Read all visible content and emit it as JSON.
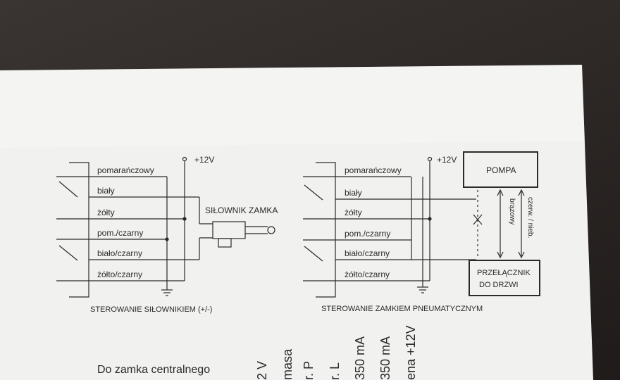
{
  "left_diagram": {
    "supply": "+12V",
    "wires": [
      "pomarańczowy",
      "biały",
      "żółty",
      "pom./czarny",
      "biało/czarny",
      "żółto/czarny"
    ],
    "actuator_label": "SIŁOWNIK ZAMKA",
    "caption": "STEROWANIE SIŁOWNIKIEM (+/-)"
  },
  "right_diagram": {
    "supply": "+12V",
    "wires": [
      "pomarańczowy",
      "biały",
      "żółty",
      "pom./czarny",
      "biało/czarny",
      "żółto/czarny"
    ],
    "pump_label": "POMPA",
    "switch_label_line1": "PRZEŁĄCZNIK",
    "switch_label_line2": "DO DRZWI",
    "wire_brown": "brązowy",
    "wire_red_blue": "czerw. / nieb.",
    "caption": "STEROWANIE ZAMKIEM PNEUMATYCZNYM"
  },
  "bottom": {
    "heading": "Do zamka centralnego",
    "rotated": [
      "2 V",
      "masa",
      "r. P",
      "r. L",
      "350 mA",
      "350 mA",
      "ena +12V"
    ]
  },
  "colors": {
    "paper": "#f2f2f0",
    "ink": "#2a2a2a",
    "desk": "#2b2624"
  }
}
